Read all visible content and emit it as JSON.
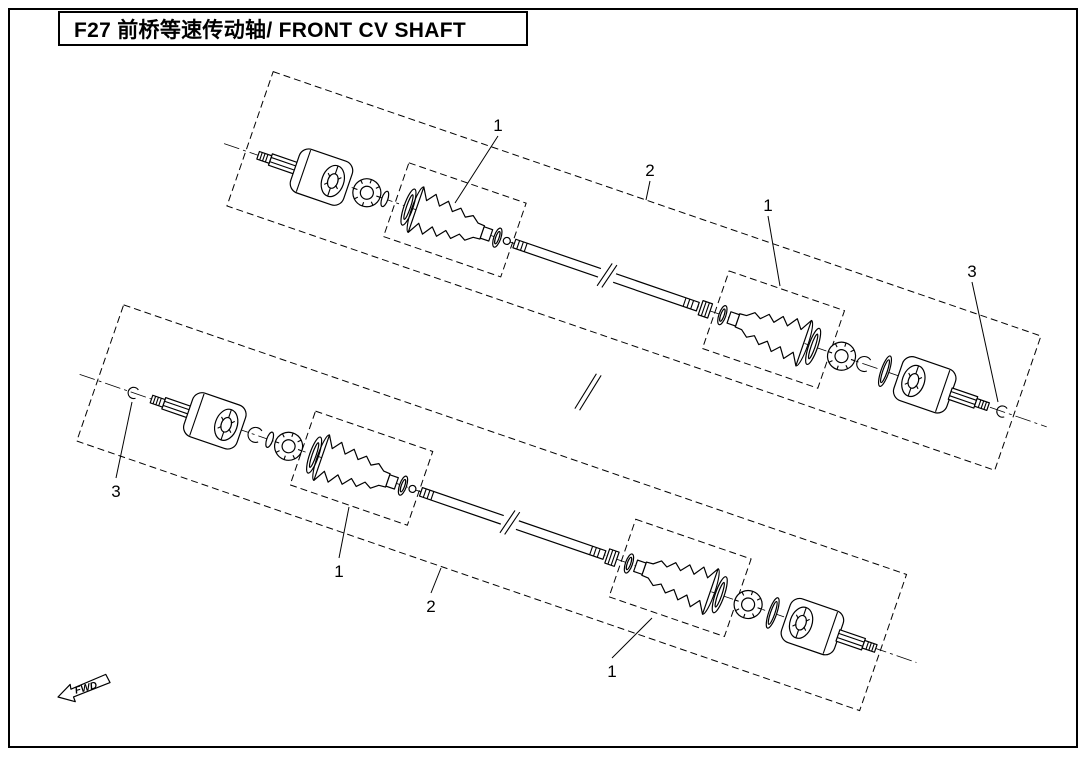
{
  "page": {
    "background_color": "#ffffff",
    "line_color": "#000000"
  },
  "title_block": {
    "text": "F27 前桥等速传动轴/ FRONT CV SHAFT"
  },
  "callouts": {
    "upper": [
      {
        "label": "1"
      },
      {
        "label": "2"
      },
      {
        "label": "1"
      },
      {
        "label": "3"
      }
    ],
    "lower": [
      {
        "label": "3"
      },
      {
        "label": "1"
      },
      {
        "label": "2"
      },
      {
        "label": "1"
      }
    ]
  },
  "direction_arrow": {
    "label": "FWD"
  }
}
